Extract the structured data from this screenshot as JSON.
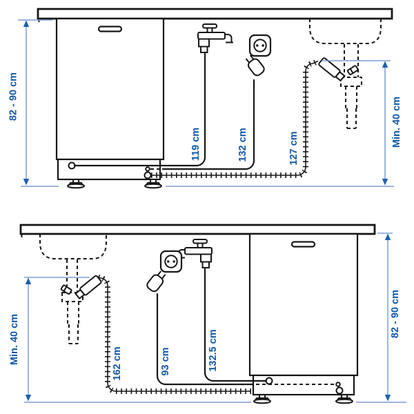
{
  "figure": {
    "kind": "dishwasher installation measurement diagram",
    "background": "#ffffff"
  },
  "colors": {
    "outline": "#161616",
    "measure_text": "#1258a7",
    "measure_line": "#7c9fd4",
    "measure_arrow": "#1f5fae"
  },
  "top_diagram": {
    "name": "dishwasher-left-of-sink",
    "cabinet_height": "82 - 90 cm",
    "water_supply_hose": "119 cm",
    "power_cord": "132 cm",
    "drain_hose": "127 cm",
    "drain_clearance": "Min. 40 cm"
  },
  "bottom_diagram": {
    "name": "dishwasher-right-of-sink",
    "drain_clearance": "Min. 40 cm",
    "drain_hose": "162 cm",
    "power_cord": "93 cm",
    "water_supply_hose": "132.5 cm",
    "cabinet_height": "82 - 90 cm"
  },
  "icons": {
    "faucet": "faucet-icon",
    "outlet": "power-outlet-icon",
    "plug": "power-plug-icon",
    "sink": "sink-icon",
    "drain_pipe": "drain-pipe-icon",
    "hose_connector": "drain-hose-connector-icon",
    "hose_clamp": "hose-clamp-icon",
    "foot": "adjustable-foot-icon"
  }
}
